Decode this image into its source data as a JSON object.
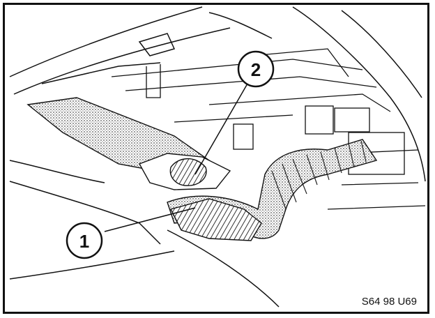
{
  "figure": {
    "callouts": [
      {
        "number": "1"
      },
      {
        "number": "2"
      }
    ],
    "reference_code": "S64 98 U69"
  },
  "colors": {
    "ink": "#111111",
    "hatch": "#7a7a7a",
    "paper": "#ffffff"
  }
}
